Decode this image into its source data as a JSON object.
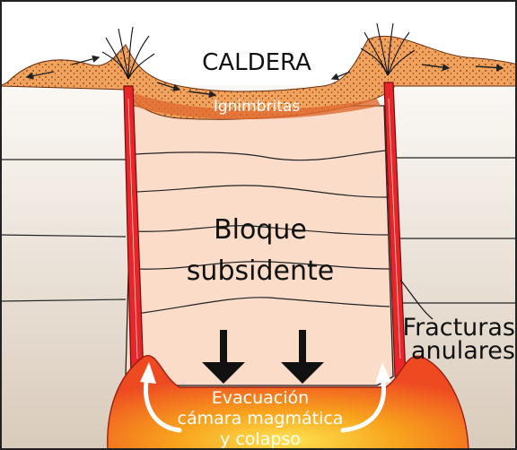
{
  "labels": {
    "caldera": "CALDERA",
    "ignimbritas": "Ignimbritas",
    "bloque_line1": "Bloque",
    "bloque_line2": "subsidente",
    "fracturas_line1": "Fracturas",
    "fracturas_line2": "anulares",
    "evac_line1": "Evacuación",
    "evac_line2": "cámara magmática",
    "evac_line3": "y colapso"
  },
  "colors": {
    "sky": "#ffffff",
    "strata": "#f4ede5",
    "strata_deep": "#e3d7c9",
    "block": "#fbdcc8",
    "ignimbrite": "#f1a35e",
    "ignimbrite_dark": "#e06a2e",
    "dike": "#e8262a",
    "magma_outer": "#e92f24",
    "magma_inner": "#f6a21f",
    "magma_core": "#fbd54a",
    "label_dark": "#111111",
    "label_light": "#ffffff"
  }
}
